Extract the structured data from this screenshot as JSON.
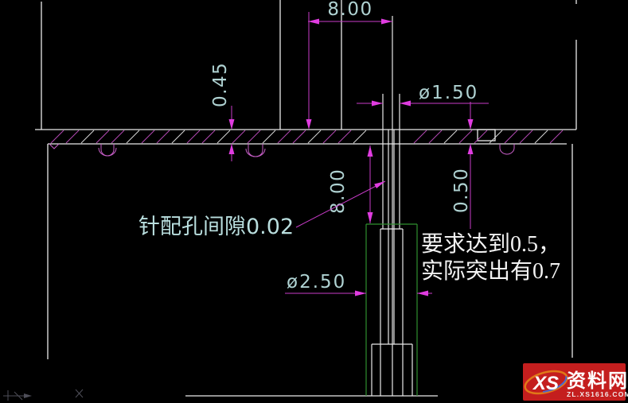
{
  "dims": {
    "top_width": "8.00",
    "left_step": "0.45",
    "pin_hole_dia": "ø1.50",
    "pin_depth": "8.00",
    "protrusion": "0.50",
    "sleeve_dia": "ø2.50"
  },
  "annotations": {
    "leader_note": "针配孔间隙0.02",
    "requirement_line1": "要求达到0.5，",
    "requirement_line2": "实际突出有0.7"
  },
  "watermark": {
    "logo_monogram": "XS",
    "brand_name": "资料网",
    "site_url": "ZL.XS1616.COM"
  },
  "colors": {
    "background": "#000000",
    "drawing_line_white": "#e9e9e9",
    "dimension_magenta": "#c73bc7",
    "dimension_text_cyan": "#b9dede",
    "sleeve_green": "#2f8f2f",
    "watermark_red": "#c41e1e"
  }
}
